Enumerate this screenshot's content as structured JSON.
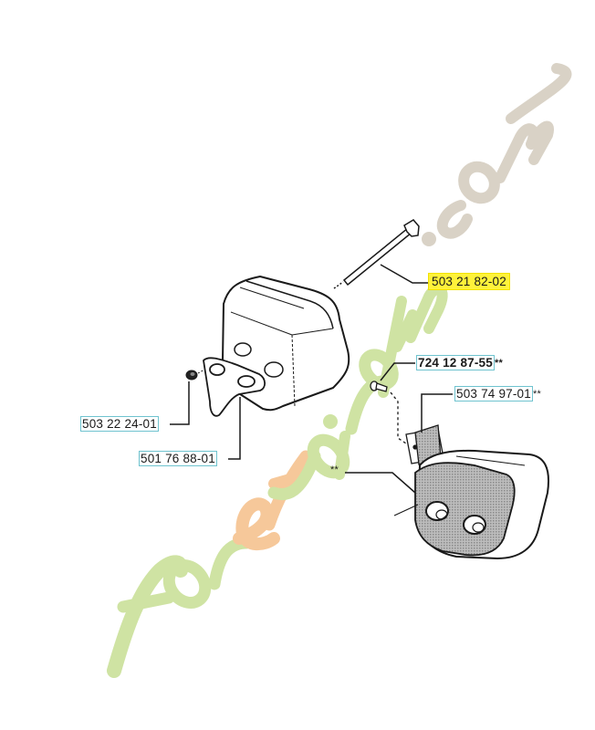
{
  "diagram": {
    "type": "exploded parts diagram",
    "subject": "Muffler / exhaust assembly",
    "watermark": "foretjardin.com",
    "colors": {
      "highlight": "#fff23a",
      "label_border": "#6fc3cf",
      "watermark_green": "#cfe3a3",
      "watermark_orange": "#f6c89a",
      "watermark_gray": "#d9d2c6",
      "line": "#1a1a1a"
    },
    "parts": [
      {
        "id": "bolt",
        "number": "503 21 82-02",
        "suffix": "",
        "highlighted": true,
        "description": "Long bolt"
      },
      {
        "id": "screw",
        "number": "724 12 87-55",
        "suffix": "**",
        "highlighted": false,
        "description": "Screw"
      },
      {
        "id": "plate",
        "number": "503 74 97-01",
        "suffix": "**",
        "highlighted": false,
        "description": "Spark arrestor screen plate"
      },
      {
        "id": "nut",
        "number": "503 22 24-01",
        "suffix": "",
        "highlighted": false,
        "description": "Nut"
      },
      {
        "id": "gasket",
        "number": "501 76 88-01",
        "suffix": "",
        "highlighted": false,
        "description": "Gasket"
      },
      {
        "id": "alt-muffler",
        "number": "",
        "suffix": "**",
        "highlighted": false,
        "description": "Alternative muffler"
      }
    ]
  }
}
